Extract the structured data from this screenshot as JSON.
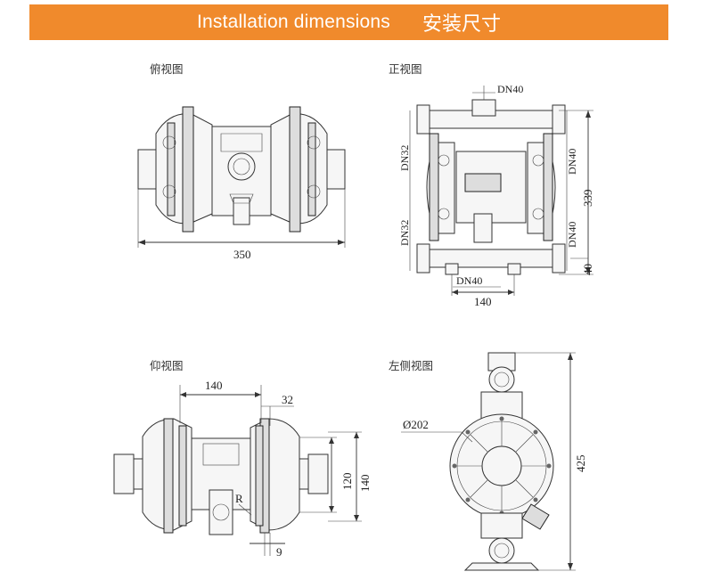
{
  "header": {
    "title_en": "Installation dimensions",
    "title_cn": "安装尺寸"
  },
  "views": {
    "top": {
      "label": "俯视图",
      "dim_width": "350"
    },
    "front": {
      "label": "正视图",
      "dn_top": "DN40",
      "dn_bottom": "DN40",
      "dn_left_upper": "DN32",
      "dn_left_lower": "DN32",
      "dn_right_upper": "DN40",
      "dn_right_lower": "DN40",
      "dim_height": "339",
      "dim_base": "40",
      "dim_span": "140"
    },
    "bottom": {
      "label": "仰视图",
      "dim_span": "140",
      "dim_32": "32",
      "dim_120": "120",
      "dim_140": "140",
      "dim_9": "9",
      "radius_label": "R"
    },
    "left": {
      "label": "左侧视图",
      "diameter": "Ø202",
      "dim_height": "425"
    }
  },
  "colors": {
    "banner": "#f08a2c",
    "line": "#333333"
  }
}
